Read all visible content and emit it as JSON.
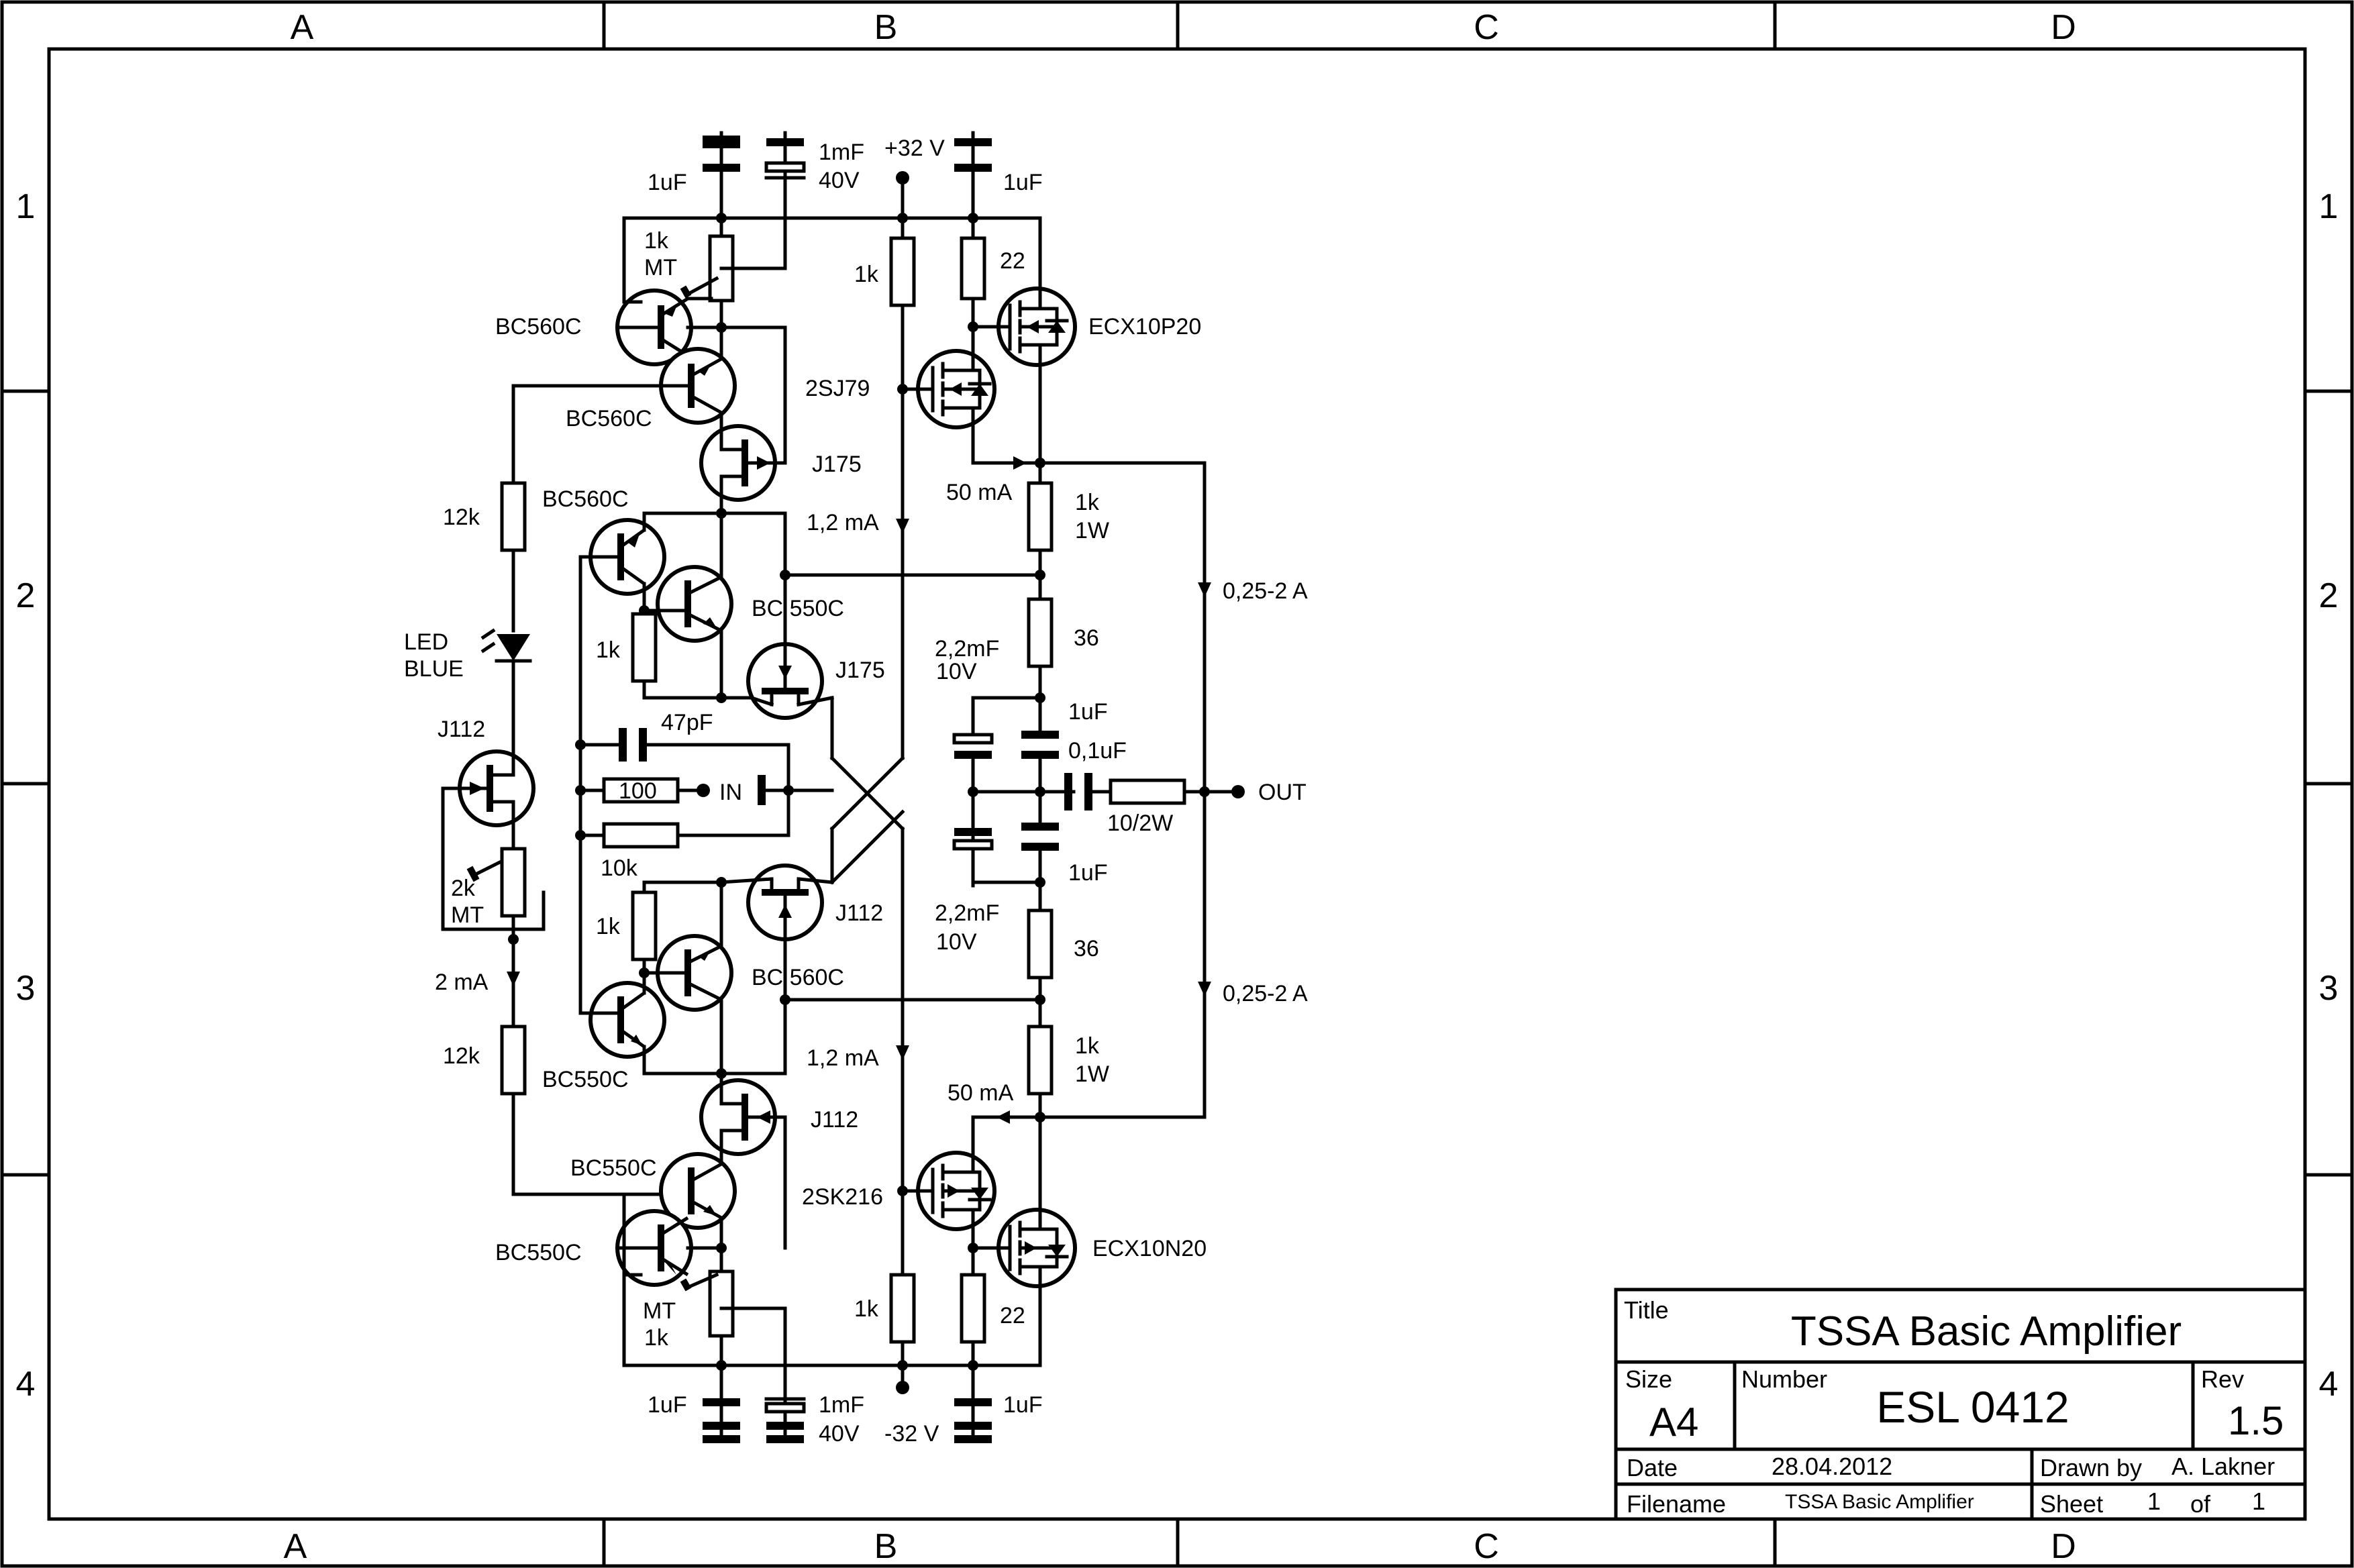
{
  "frame": {
    "columns": [
      "A",
      "B",
      "C",
      "D"
    ],
    "rows": [
      "1",
      "2",
      "3",
      "4"
    ]
  },
  "title_block": {
    "title_label": "Title",
    "title": "TSSA Basic Amplifier",
    "size_label": "Size",
    "size": "A4",
    "number_label": "Number",
    "number": "ESL 0412",
    "rev_label": "Rev",
    "rev": "1.5",
    "date_label": "Date",
    "date": "28.04.2012",
    "drawn_by_label": "Drawn by",
    "drawn_by": "A. Lakner",
    "filename_label": "Filename",
    "filename": "TSSA Basic Amplifier",
    "sheet_label": "Sheet",
    "sheet": "1",
    "of_label": "of",
    "sheet_total": "1"
  },
  "labels": {
    "c_top_1uf_a": "1uF",
    "c_top_1mf": "1mF",
    "c_top_40v": "40V",
    "supply_pos": "+32 V",
    "c_top_1uf_b": "1uF",
    "pot_top_1k": "1k",
    "pot_top_mt": "MT",
    "r_top_1k": "1k",
    "r_top_22": "22",
    "q_top_bc560c_a": "BC560C",
    "q_top_bc560c_b": "BC560C",
    "q_top_ecx": "ECX10P20",
    "q_top_2sj": "2SJ79",
    "q_top_j175": "J175",
    "r_12k_top": "12k",
    "q_mid_bc560c": "BC560C",
    "cur_top_12ma": "1,2 mA",
    "cur_top_50ma": "50 mA",
    "r_top_1k1w_a": "1k",
    "r_top_1k1w_b": "1W",
    "cur_top_025": "0,25-2 A",
    "q_mid_bc550c": "BC 550C",
    "r_mid_1k_top": "1k",
    "r_36_top": "36",
    "c_22mf_top_a": "2,2mF",
    "c_22mf_top_b": "10V",
    "q_mid_j175": "J175",
    "led_a": "LED",
    "led_b": "BLUE",
    "c_1uf_mid_top": "1uF",
    "c_47pf": "47pF",
    "c_01uf": "0,1uF",
    "q_j112_left": "J112",
    "r_100": "100",
    "in_label": "IN",
    "out_label": "OUT",
    "r_10_2w": "10/2W",
    "r_10k": "10k",
    "c_1uf_mid_bot": "1uF",
    "pot_2k_a": "2k",
    "pot_2k_b": "MT",
    "q_mid_j112": "J112",
    "r_mid_1k_bot": "1k",
    "c_22mf_bot_a": "2,2mF",
    "c_22mf_bot_b": "10V",
    "r_36_bot": "36",
    "cur_2ma": "2 mA",
    "q_mid_bc560c_b": "BC 560C",
    "cur_bot_025": "0,25-2 A",
    "r_12k_bot": "12k",
    "q_bot_bc550c_a": "BC550C",
    "cur_bot_12ma": "1,2 mA",
    "r_bot_1k1w_a": "1k",
    "r_bot_1k1w_b": "1W",
    "cur_bot_50ma": "50 mA",
    "q_bot_j112": "J112",
    "q_bot_bc550c_b": "BC550C",
    "q_bot_2sk": "2SK216",
    "q_bot_ecx": "ECX10N20",
    "q_bot_bc550c_c": "BC550C",
    "pot_bot_mt": "MT",
    "pot_bot_1k": "1k",
    "r_bot_1k": "1k",
    "r_bot_22": "22",
    "c_bot_1uf_a": "1uF",
    "c_bot_1mf": "1mF",
    "c_bot_40v": "40V",
    "supply_neg": "-32 V",
    "c_bot_1uf_b": "1uF"
  }
}
